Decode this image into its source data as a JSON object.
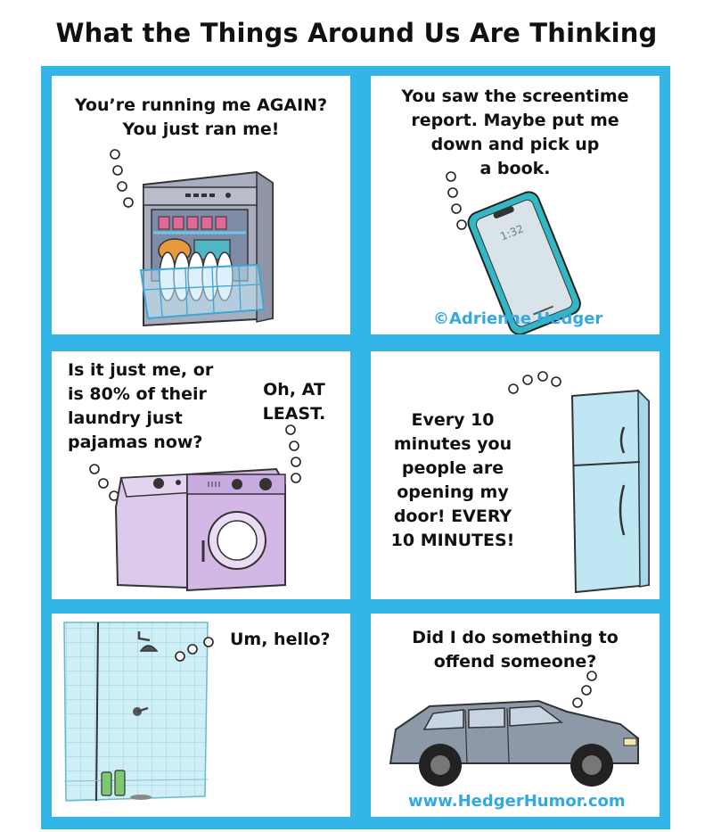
{
  "title": "What the Things Around Us Are Thinking",
  "panels": {
    "dishwasher": {
      "line1": "You’re running me AGAIN?",
      "line2": "You just ran me!"
    },
    "phone": {
      "line1": "You saw the screentime",
      "line2": "report. Maybe put me",
      "line3": "down and pick up",
      "line4": "a book.",
      "screen_time": "1:32"
    },
    "washer": {
      "line1": "Is it just me, or",
      "line2": "is 80% of their",
      "line3": "laundry just",
      "line4": "pajamas now?"
    },
    "dryer": {
      "line1": "Oh, AT",
      "line2": "LEAST."
    },
    "fridge": {
      "line1": "Every 10",
      "line2": "minutes you",
      "line3": "people are",
      "line4": "opening my",
      "line5": "door! EVERY",
      "line6": "10 MINUTES!"
    },
    "shower": {
      "line1": "Um, hello?"
    },
    "car": {
      "line1": "Did I do something to",
      "line2": "offend someone?"
    }
  },
  "credits": {
    "copyright": "©Adrienne Hedger",
    "website": "www.HedgerHumor.com"
  },
  "colors": {
    "frame": "#34b5e8",
    "credit_text": "#34a8e0"
  }
}
